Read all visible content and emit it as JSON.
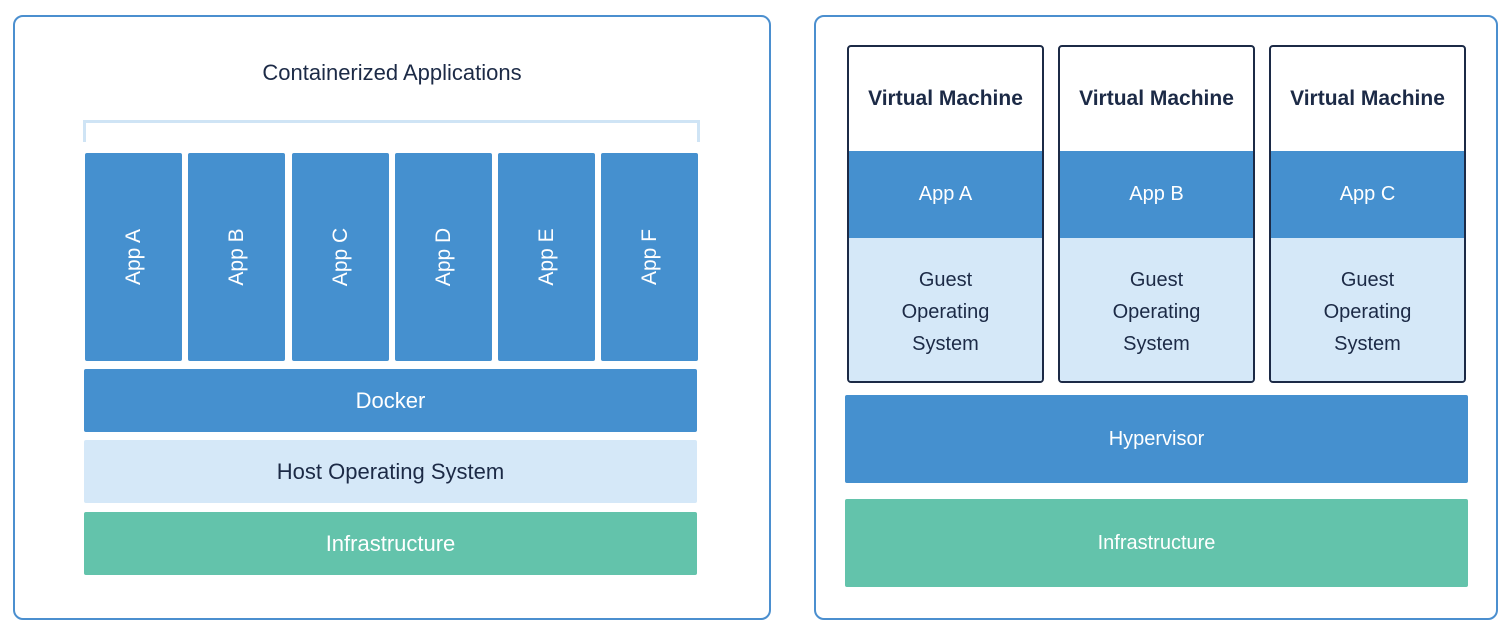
{
  "colors": {
    "panel_border": "#4b8fcf",
    "app_blue": "#4590cf",
    "light_blue": "#d5e8f8",
    "infrastructure_green": "#63c3ab",
    "dark_text": "#1c2a46",
    "bracket": "#cfe4f5"
  },
  "containers": {
    "title": "Containerized Applications",
    "apps": [
      "App A",
      "App B",
      "App C",
      "App D",
      "App E",
      "App F"
    ],
    "docker": "Docker",
    "host_os": "Host Operating System",
    "infrastructure": "Infrastructure"
  },
  "vms": {
    "machines": [
      {
        "title": "Virtual Machine",
        "app": "App A",
        "guest_os": "Guest Operating System"
      },
      {
        "title": "Virtual Machine",
        "app": "App B",
        "guest_os": "Guest Operating System"
      },
      {
        "title": "Virtual Machine",
        "app": "App C",
        "guest_os": "Guest Operating System"
      }
    ],
    "hypervisor": "Hypervisor",
    "infrastructure": "Infrastructure"
  }
}
